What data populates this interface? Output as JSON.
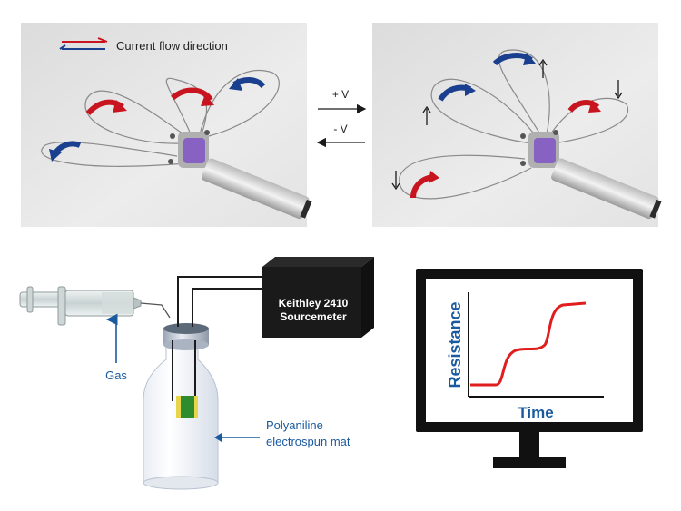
{
  "legend": {
    "label": "Current flow direction",
    "colors": {
      "forward": "#c8141e",
      "reverse": "#1a3f8f"
    }
  },
  "switch": {
    "forward_label": "+ V",
    "reverse_label": "- V"
  },
  "photos": {
    "left": {
      "description_icons": [
        "red-arrow-icon",
        "blue-arrow-icon"
      ]
    },
    "right": {
      "description_icons": [
        "red-arrow-icon",
        "blue-arrow-icon",
        "up-arrow-icon",
        "down-arrow-icon"
      ]
    }
  },
  "setup": {
    "gas_label": "Gas",
    "meter_label_line1": "Keithley 2410",
    "meter_label_line2": "Sourcemeter",
    "mat_label_line1": "Polyaniline",
    "mat_label_line2": "electrospun mat",
    "accent_color": "#1a5aa0"
  },
  "monitor": {
    "y_label": "Resistance",
    "x_label": "Time",
    "curve_color": "#e01e1e",
    "axis_label_color": "#1a5aa0"
  }
}
